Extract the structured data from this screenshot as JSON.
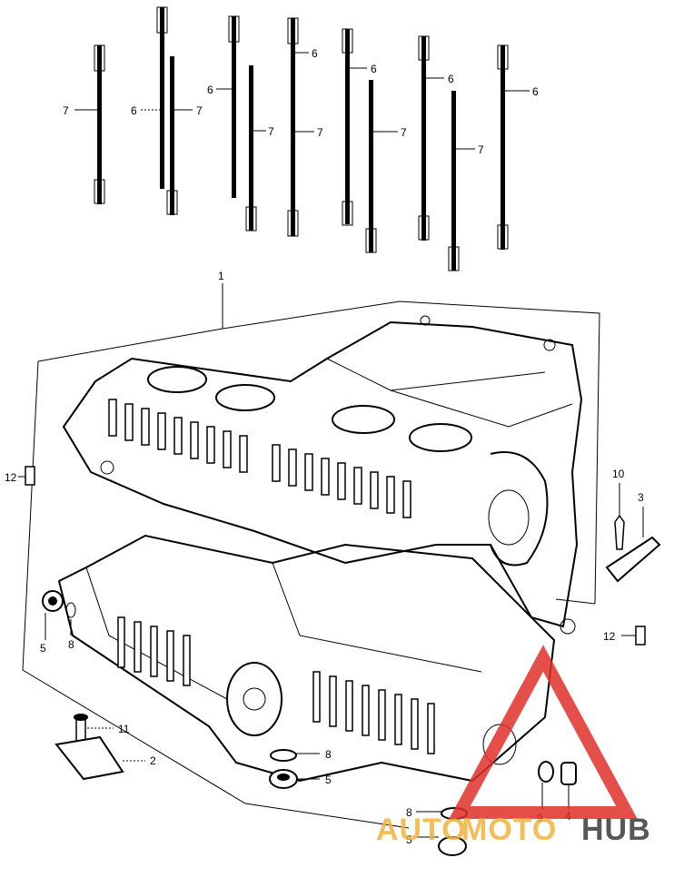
{
  "callouts": {
    "l1": "1",
    "l2": "2",
    "l3": "3",
    "l4": "4",
    "l5a": "5",
    "l5b": "5",
    "l5c": "5",
    "l6a": "6",
    "l6b": "6",
    "l6c": "6",
    "l6d": "6",
    "l6e": "6",
    "l6f": "6",
    "l7a": "7",
    "l7b": "7",
    "l7c": "7",
    "l7d": "7",
    "l7e": "7",
    "l7f": "7",
    "l8a": "8",
    "l8b": "8",
    "l8c": "8",
    "l9": "9",
    "l10": "10",
    "l11": "11",
    "l12a": "12",
    "l12b": "12"
  },
  "watermark": {
    "part1": "AUTO",
    "part2": "MOTO",
    "part3": "HUB",
    "color_orange": "#f4b23c",
    "color_gray": "#3a3a3a",
    "color_red": "#e0302a"
  }
}
